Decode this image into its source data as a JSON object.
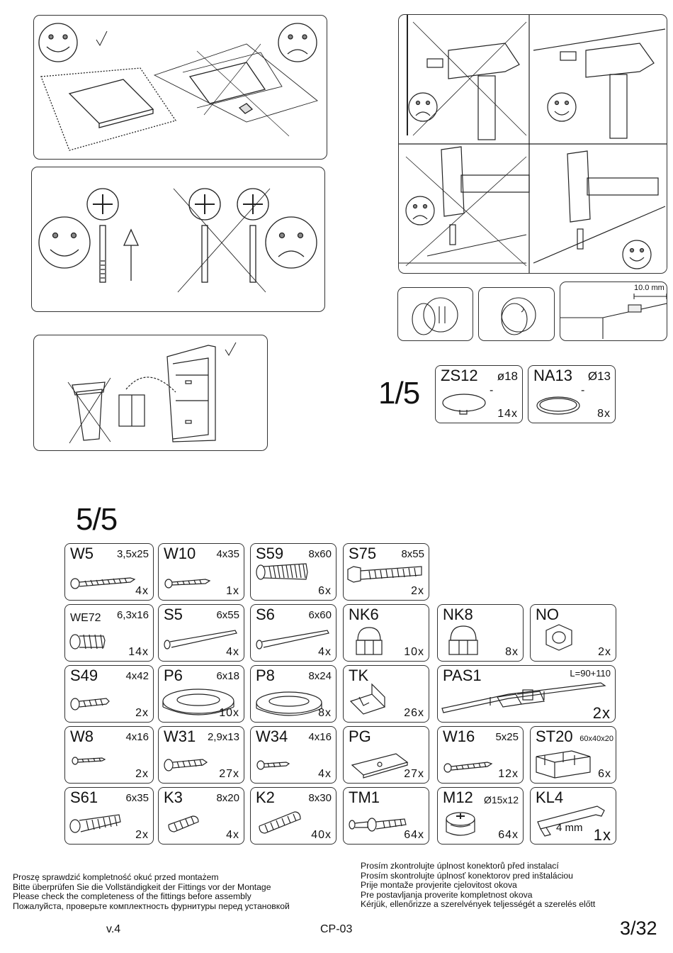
{
  "page": {
    "version": "v.4",
    "model": "CP-03",
    "page_number": "3/32"
  },
  "ruler_label": "10.0 mm",
  "group_1": {
    "label": "1/5",
    "items": [
      {
        "code": "ZS12",
        "size": "ø18",
        "dash": "-",
        "qty": "14x"
      },
      {
        "code": "NA13",
        "size": "Ø13",
        "dash": "-",
        "qty": "8x"
      }
    ]
  },
  "group_5": {
    "label": "5/5",
    "rows": [
      [
        {
          "code": "W5",
          "size": "3,5x25",
          "qty": "4x"
        },
        {
          "code": "W10",
          "size": "4x35",
          "qty": "1x"
        },
        {
          "code": "S59",
          "size": "8x60",
          "qty": "6x"
        },
        {
          "code": "S75",
          "size": "8x55",
          "qty": "2x"
        }
      ],
      [
        {
          "code": "WE72",
          "size": "6,3x16",
          "qty": "14x"
        },
        {
          "code": "S5",
          "size": "6x55",
          "qty": "4x"
        },
        {
          "code": "S6",
          "size": "6x60",
          "qty": "4x"
        },
        {
          "code": "NK6",
          "size": "",
          "qty": "10x"
        },
        {
          "code": "NK8",
          "size": "",
          "qty": "8x"
        },
        {
          "code": "NO",
          "size": "",
          "qty": "2x"
        }
      ],
      [
        {
          "code": "S49",
          "size": "4x42",
          "qty": "2x"
        },
        {
          "code": "P6",
          "size": "6x18",
          "qty": "10x"
        },
        {
          "code": "P8",
          "size": "8x24",
          "qty": "8x"
        },
        {
          "code": "TK",
          "size": "",
          "qty": "26x"
        },
        {
          "code": "PAS1",
          "size": "L=90+110",
          "qty": "2x"
        }
      ],
      [
        {
          "code": "W8",
          "size": "4x16",
          "qty": "2x"
        },
        {
          "code": "W31",
          "size": "2,9x13",
          "qty": "27x"
        },
        {
          "code": "W34",
          "size": "4x16",
          "qty": "4x"
        },
        {
          "code": "PG",
          "size": "",
          "qty": "27x"
        },
        {
          "code": "W16",
          "size": "5x25",
          "qty": "12x"
        },
        {
          "code": "ST20",
          "size": "60x40x20",
          "qty": "6x"
        }
      ],
      [
        {
          "code": "S61",
          "size": "6x35",
          "qty": "2x"
        },
        {
          "code": "K3",
          "size": "8x20",
          "qty": "4x"
        },
        {
          "code": "K2",
          "size": "8x30",
          "qty": "40x"
        },
        {
          "code": "TM1",
          "size": "",
          "qty": "64x"
        },
        {
          "code": "M12",
          "size": "Ø15x12",
          "qty": "64x"
        },
        {
          "code": "KL4",
          "size": "4 mm",
          "qty": "1x"
        }
      ]
    ]
  },
  "notes_left": [
    "Proszę sprawdzić kompletność okuć przed montażem",
    "Bitte überprüfen Sie die Vollständigkeit der Fittings vor der Montage",
    "Please check the completeness of the fittings before assembly",
    "Пожалуйста, проверьте комплектность фурнитуры перед установкой"
  ],
  "notes_right": [
    "Prosím zkontrolujte úplnost konektorů před instalací",
    "Prosím skontrolujte úplnosť konektorov pred inštaláciou",
    "Prije montaže provjerite cjelovitost okova",
    "Pre postavljanja proverite kompletnost okova",
    "Kérjük, ellenőrizze a szerelvények teljességét a szerelés előtt"
  ]
}
